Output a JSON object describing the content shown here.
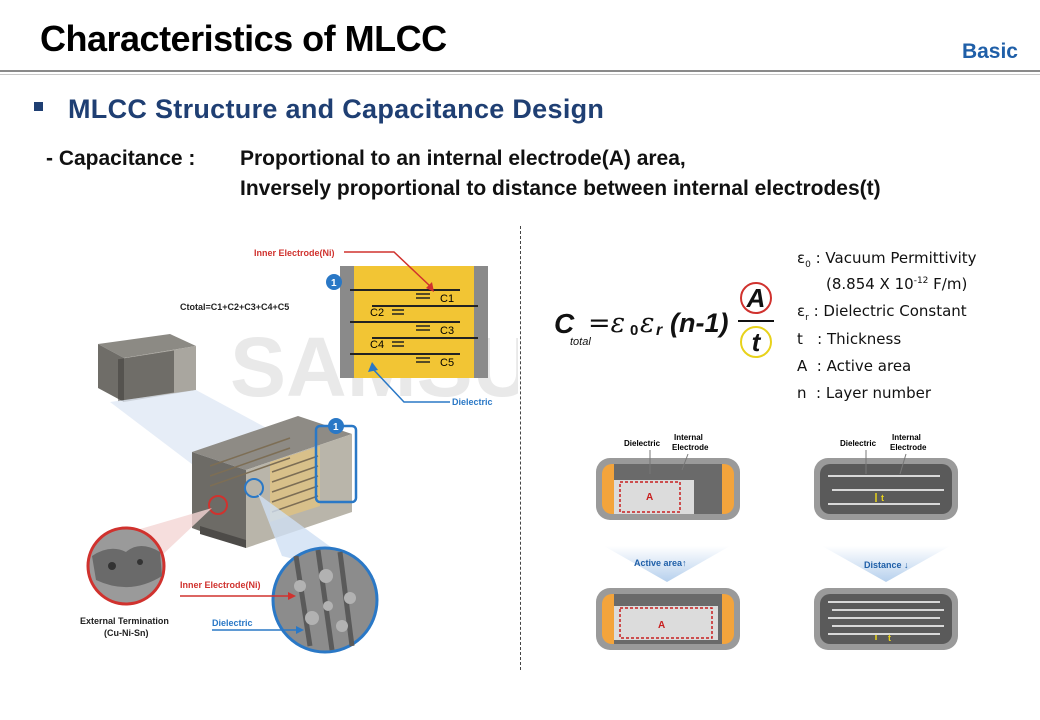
{
  "header": {
    "title": "Characteristics of MLCC",
    "badge": "Basic"
  },
  "section": {
    "heading": "MLCC Structure and Capacitance Design"
  },
  "capacitance": {
    "label": "-  Capacitance :",
    "line1": "Proportional to an internal electrode(A)  area,",
    "line2": "Inversely proportional to distance between internal electrodes(t)"
  },
  "left_diagram": {
    "inner_electrode_top": "Inner Electrode(Ni)",
    "ctotal_formula": "Ctotal=C1+C2+C3+C4+C5",
    "dielectric_top": "Dielectric",
    "inner_electrode_bottom": "Inner Electrode(Ni)",
    "dielectric_bottom": "Dielectric",
    "ext_term_1": "External Termination",
    "ext_term_2": "(Cu-Ni-Sn)",
    "marker": "1",
    "caps": [
      "C1",
      "C2",
      "C3",
      "C4",
      "C5"
    ],
    "watermark": "SAMSUNG"
  },
  "formula": {
    "c": "C",
    "sub": "total",
    "eq": "=ε",
    "zero": "0",
    "er": "ε",
    "r": "r",
    "n": "(n-1)",
    "A": "A",
    "t": "t"
  },
  "legend": {
    "e0": "ε",
    "e0_sub": "0",
    "e0_text": " : Vacuum Permittivity",
    "e0_value": "(8.854 X 10",
    "e0_exp": "-12",
    "e0_unit": " F/m)",
    "er": "ε",
    "er_sub": "r",
    "er_text": " : Dielectric Constant",
    "t": "t   : Thickness",
    "A": "A  : Active area",
    "n": "n  : Layer number"
  },
  "right_diagrams": {
    "dielectric": "Dielectric",
    "internal": "Internal",
    "electrode": "Electrode",
    "A": "A",
    "t": "t",
    "active_area": "Active area↑",
    "distance": "Distance ↓"
  }
}
